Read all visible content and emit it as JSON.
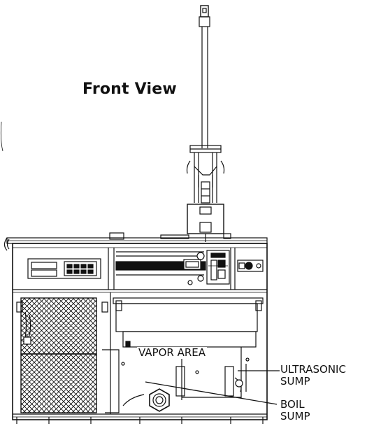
{
  "title": "Front View",
  "labels": {
    "vapor_area": "VAPOR AREA",
    "ultrasonic_1": "ULTRASONIC",
    "ultrasonic_2": "SUMP",
    "boil_1": "BOIL",
    "boil_2": "SUMP"
  }
}
